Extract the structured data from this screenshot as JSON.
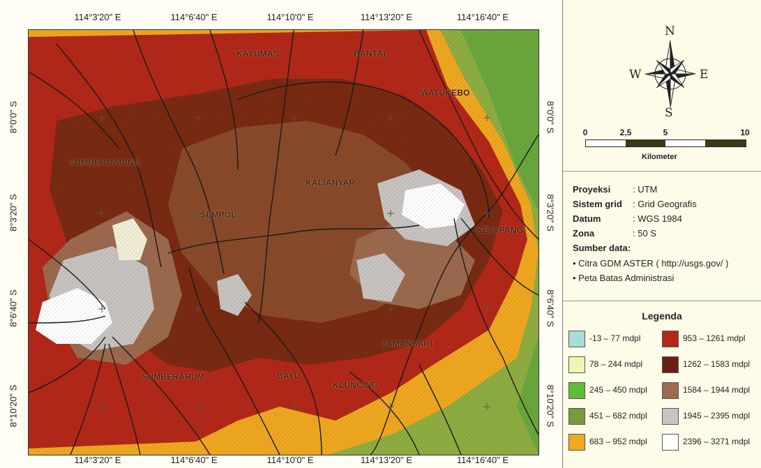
{
  "map": {
    "lon_ticks": [
      "114°3'20\" E",
      "114°6'40\" E",
      "114°10'0\" E",
      "114°13'20\" E",
      "114°16'40\" E"
    ],
    "lat_ticks": [
      "8°0'0\" S",
      "8°3'20\" S",
      "8°6'40\" S",
      "8°10'20\" S"
    ],
    "places": [
      {
        "name": "KAYUMAS"
      },
      {
        "name": "BANTAL"
      },
      {
        "name": "WATUKEBO"
      },
      {
        "name": "SUMBERGADING"
      },
      {
        "name": "KALIANYAR"
      },
      {
        "name": "SEMPOL"
      },
      {
        "name": "KETAPANG"
      },
      {
        "name": "TAMANSARI"
      },
      {
        "name": "SUMBERARUM"
      },
      {
        "name": "BAYU"
      },
      {
        "name": "KLUNCING"
      }
    ]
  },
  "north_arrow": {
    "n": "N",
    "s": "S",
    "e": "E",
    "w": "W"
  },
  "scale": {
    "labels": [
      "0",
      "2,5",
      "5",
      "10"
    ],
    "unit": "Kilometer"
  },
  "info": {
    "rows": [
      {
        "key": "Proyeksi",
        "value": ": UTM"
      },
      {
        "key": "Sistem grid",
        "value": ": Grid Geografis"
      },
      {
        "key": "Datum",
        "value": ": WGS 1984"
      },
      {
        "key": "Zona",
        "value": ": 50 S"
      }
    ],
    "source_title": "Sumber data:",
    "sources": [
      "• Citra GDM ASTER ( http://usgs.gov/ )",
      "• Peta Batas Administrasi"
    ]
  },
  "legend": {
    "title": "Legenda",
    "items": [
      {
        "label": "-13 – 77 mdpl",
        "color": "#a8dcd8"
      },
      {
        "label": "78 – 244 mdpl",
        "color": "#eef7b0"
      },
      {
        "label": "245 – 450 mdpl",
        "color": "#5bbd3a"
      },
      {
        "label": "451 – 682 mdpl",
        "color": "#7a9a3c"
      },
      {
        "label": "683 – 952 mdpl",
        "color": "#f0a820"
      },
      {
        "label": "953 – 1261 mdpl",
        "color": "#b32818"
      },
      {
        "label": "1262 – 1583 mdpl",
        "color": "#6a2010"
      },
      {
        "label": "1584 – 1944 mdpl",
        "color": "#9c6a4e"
      },
      {
        "label": "1945 – 2395 mdpl",
        "color": "#c8c4c2"
      },
      {
        "label": "2396 – 3271 mdpl",
        "color": "#ffffff"
      }
    ]
  }
}
